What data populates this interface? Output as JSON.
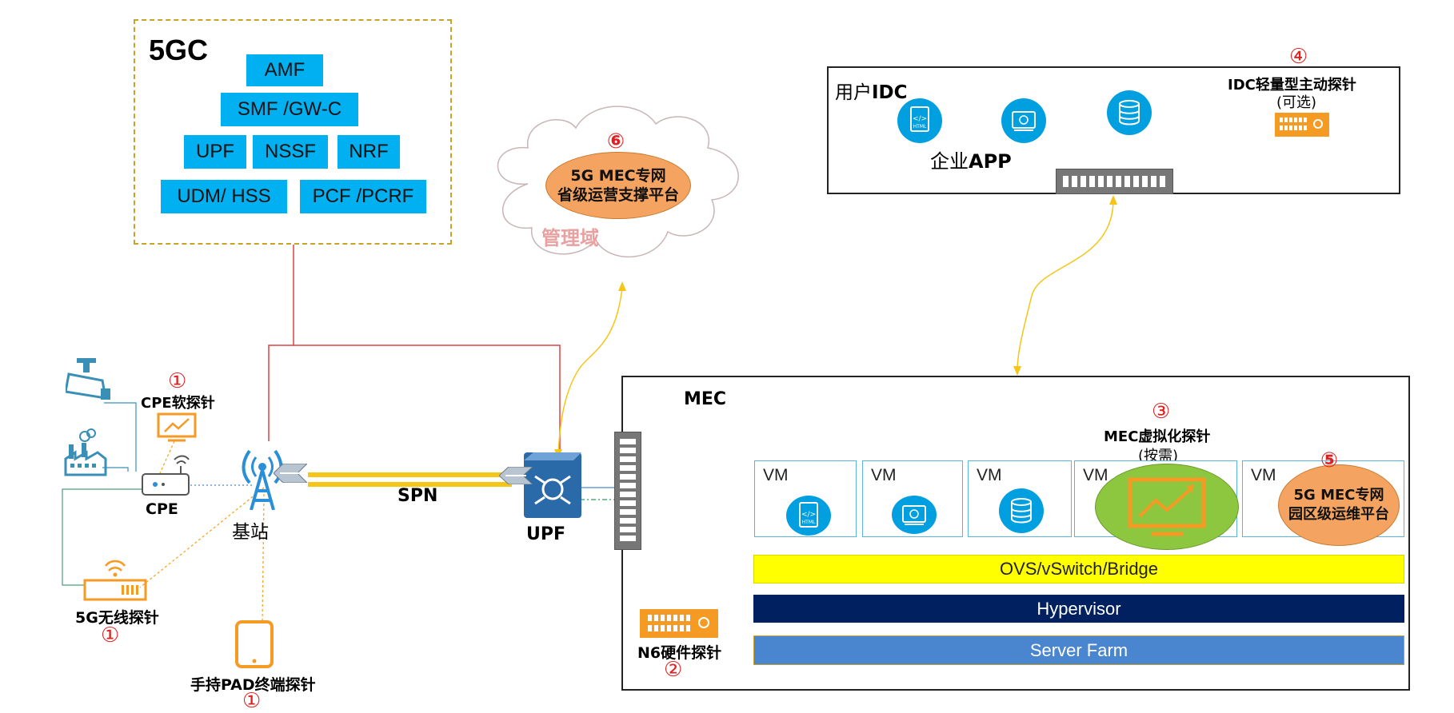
{
  "core": {
    "title": "5GC",
    "functions": [
      "AMF",
      "SMF /GW-C",
      "UPF",
      "NSSF",
      "NRF",
      "UDM/ HSS",
      "PCF /PCRF"
    ]
  },
  "cloud": {
    "num": "⑥",
    "line1": "5G MEC专网",
    "line2": "省级运营支撑平台",
    "label": "管理域"
  },
  "idc": {
    "title_prefix": "用户",
    "title_suffix": "IDC",
    "app_prefix": "企业",
    "app_suffix": "APP",
    "probe_num": "④",
    "probe_title": "IDC轻量型主动探针",
    "probe_sub": "(可选)"
  },
  "mec": {
    "title": "MEC",
    "virt_num": "③",
    "virt_title": "MEC虚拟化探针",
    "virt_sub": "(按需)",
    "vm_label": "VM",
    "park_num": "⑤",
    "park_line1": "5G MEC专网",
    "park_line2": "园区级运维平台",
    "layers": [
      "OVS/vSwitch/Bridge",
      "Hypervisor",
      "Server Farm"
    ],
    "layer_colors": [
      "#ffff00",
      "#002060",
      "#4a86d0"
    ]
  },
  "access": {
    "cpe_probe_num": "①",
    "cpe_probe": "CPE软探针",
    "cpe": "CPE",
    "wireless_probe": "5G无线探针",
    "wireless_num": "①",
    "pad_probe": "手持PAD终端探针",
    "pad_num": "①",
    "base_station": "基站",
    "spn": "SPN",
    "upf": "UPF",
    "n6_probe": "N6硬件探针",
    "n6_num": "②"
  },
  "colors": {
    "cyan": "#00b0f0",
    "orange_bubble": "#f4a460",
    "green_bubble": "#8dc63f",
    "red_line": "#e04040",
    "yellow_line": "#f5c518"
  }
}
